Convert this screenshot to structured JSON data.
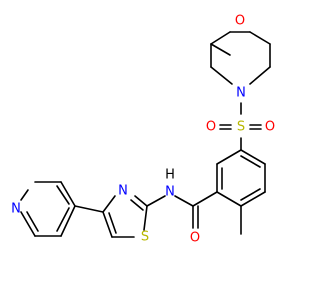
{
  "molecule": {
    "atom_labels": {
      "O_morpholine": "O",
      "N_morpholine": "N",
      "S": "S",
      "O_sulfonyl_left": "O",
      "O_sulfonyl_right": "O",
      "N_amide": "N",
      "H_amide": "H",
      "O_carbonyl": "O",
      "N_thiazole": "N",
      "S_thiazole": "S",
      "N_pyridine": "N"
    },
    "colors": {
      "bond": "#000000",
      "oxygen": "#ff0000",
      "nitrogen": "#0000ff",
      "sulfur": "#b8b800",
      "hydrogen": "#000000"
    }
  }
}
